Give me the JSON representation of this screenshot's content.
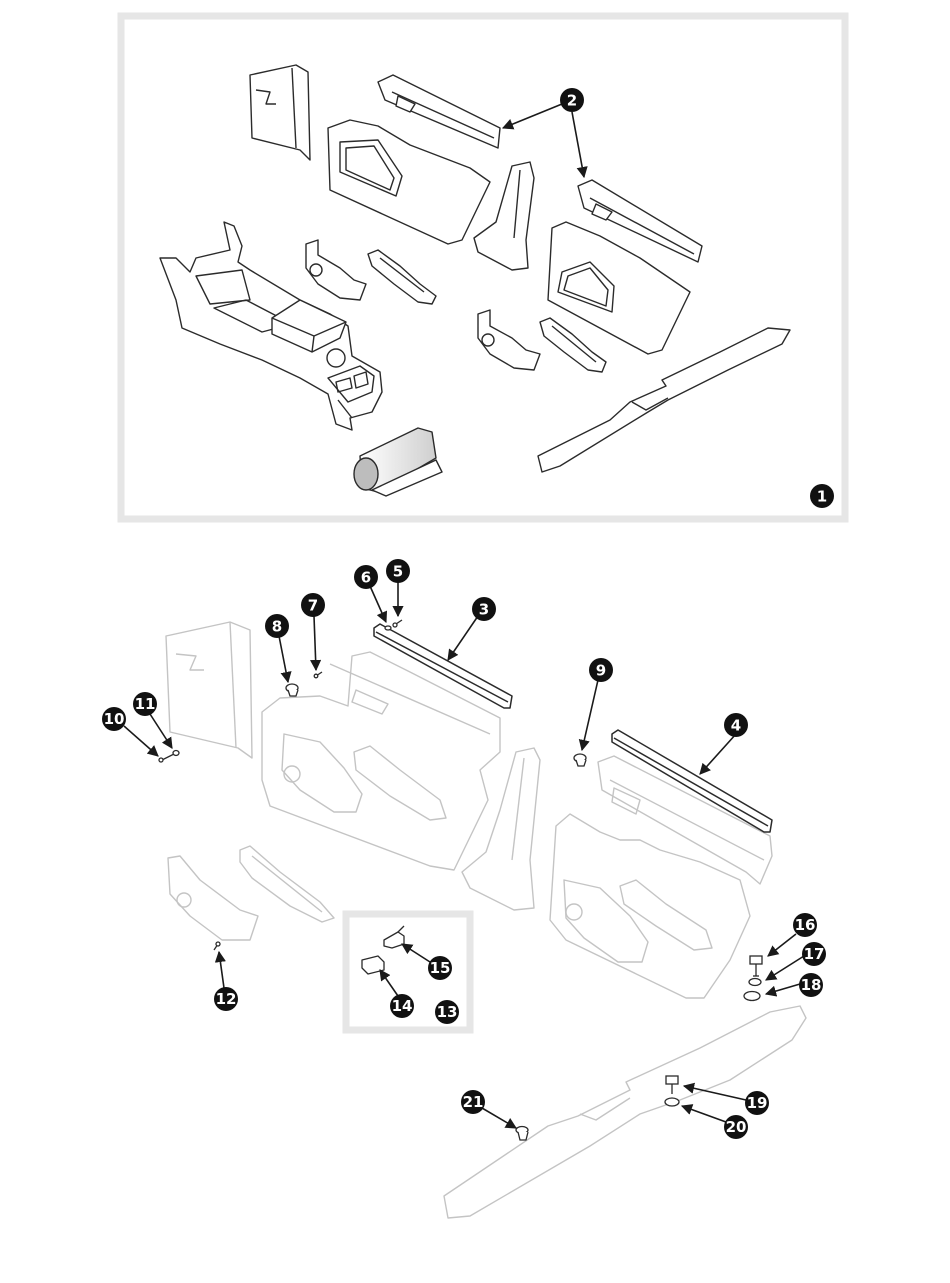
{
  "diagram": {
    "callouts": [
      {
        "id": "c1",
        "label": "1"
      },
      {
        "id": "c2",
        "label": "2"
      },
      {
        "id": "c3",
        "label": "3"
      },
      {
        "id": "c4",
        "label": "4"
      },
      {
        "id": "c5",
        "label": "5"
      },
      {
        "id": "c6",
        "label": "6"
      },
      {
        "id": "c7",
        "label": "7"
      },
      {
        "id": "c8",
        "label": "8"
      },
      {
        "id": "c9",
        "label": "9"
      },
      {
        "id": "c10",
        "label": "10"
      },
      {
        "id": "c11",
        "label": "11"
      },
      {
        "id": "c12",
        "label": "12"
      },
      {
        "id": "c13",
        "label": "13"
      },
      {
        "id": "c14",
        "label": "14"
      },
      {
        "id": "c15",
        "label": "15"
      },
      {
        "id": "c16",
        "label": "16"
      },
      {
        "id": "c17",
        "label": "17"
      },
      {
        "id": "c18",
        "label": "18"
      },
      {
        "id": "c19",
        "label": "19"
      },
      {
        "id": "c20",
        "label": "20"
      },
      {
        "id": "c21",
        "label": "21"
      }
    ],
    "colors": {
      "frame": "#e6e6e6",
      "line_dark": "#2b2b2b",
      "line_faded": "#c4c4c4",
      "callout_fill": "#111111"
    }
  }
}
